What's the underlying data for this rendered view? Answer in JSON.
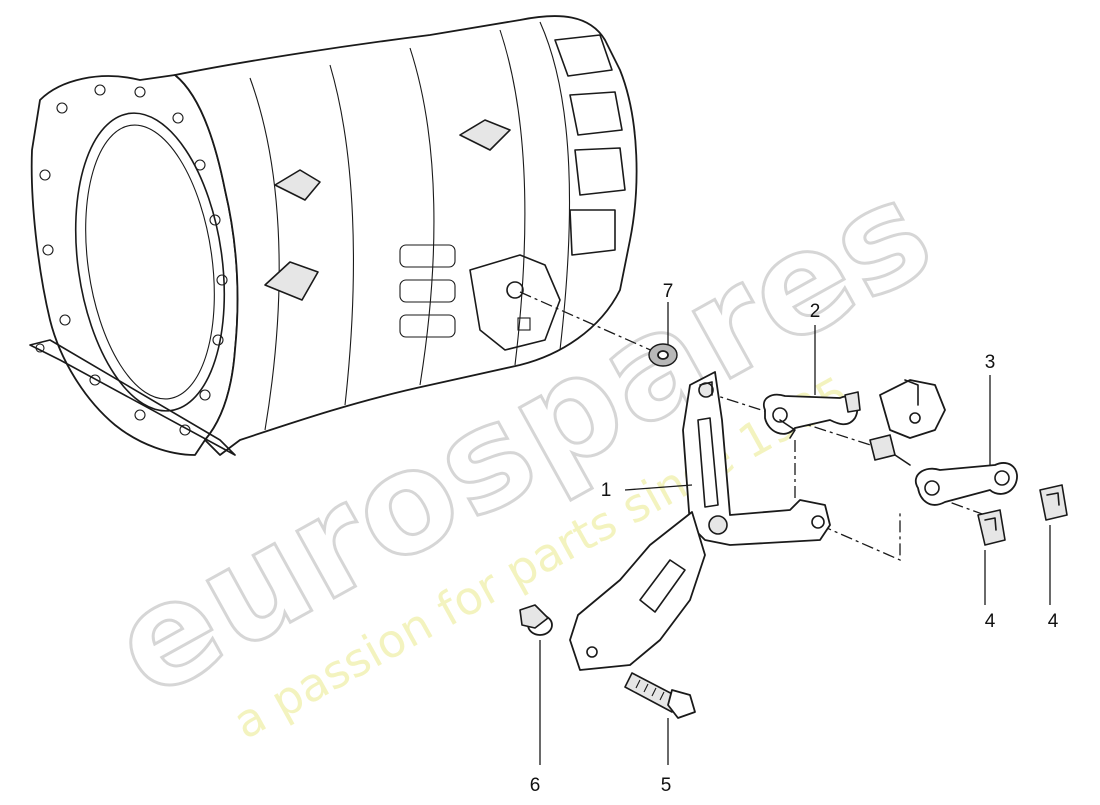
{
  "watermark": {
    "brand": "eurospares",
    "tagline": "a passion for parts since 1985"
  },
  "callouts": [
    {
      "id": "callout-1",
      "label": "1"
    },
    {
      "id": "callout-2",
      "label": "2"
    },
    {
      "id": "callout-3",
      "label": "3"
    },
    {
      "id": "callout-4a",
      "label": "4"
    },
    {
      "id": "callout-4b",
      "label": "4"
    },
    {
      "id": "callout-5",
      "label": "5"
    },
    {
      "id": "callout-6",
      "label": "6"
    },
    {
      "id": "callout-7",
      "label": "7"
    }
  ]
}
